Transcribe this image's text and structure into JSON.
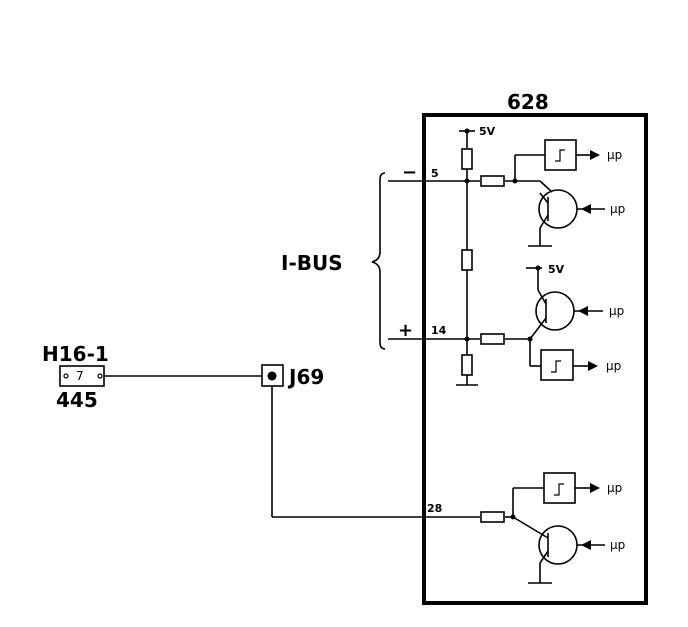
{
  "module": {
    "label": "628"
  },
  "bus": {
    "label": "I-BUS"
  },
  "connector": {
    "label": "H16-1",
    "pin": "7",
    "number": "445"
  },
  "junction": {
    "label": "J69"
  },
  "pins": {
    "bus_minus": "5",
    "bus_plus": "14",
    "pin_28": "28"
  },
  "polarity": {
    "minus": "−",
    "plus": "+"
  },
  "supply": {
    "label": "5V"
  },
  "micro": {
    "label": "μp"
  }
}
